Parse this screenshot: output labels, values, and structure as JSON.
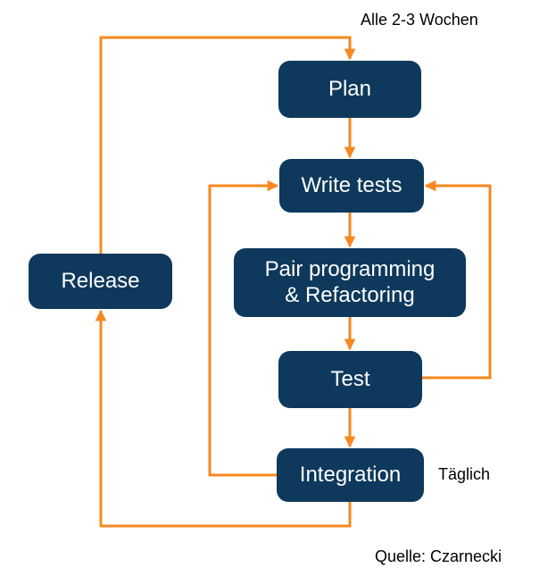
{
  "diagram": {
    "nodes": [
      {
        "id": "plan",
        "label": "Plan"
      },
      {
        "id": "write-tests",
        "label": "Write tests"
      },
      {
        "id": "pair-programming",
        "label": "Pair programming & Refactoring",
        "lines": [
          "Pair programming",
          "& Refactoring"
        ]
      },
      {
        "id": "test",
        "label": "Test"
      },
      {
        "id": "integration",
        "label": "Integration"
      },
      {
        "id": "release",
        "label": "Release"
      }
    ],
    "edges": [
      {
        "from": "plan",
        "to": "write-tests"
      },
      {
        "from": "write-tests",
        "to": "pair-programming"
      },
      {
        "from": "pair-programming",
        "to": "test"
      },
      {
        "from": "test",
        "to": "integration"
      },
      {
        "from": "test",
        "to": "write-tests"
      },
      {
        "from": "integration",
        "to": "write-tests"
      },
      {
        "from": "integration",
        "to": "release"
      },
      {
        "from": "release",
        "to": "plan"
      }
    ],
    "annotations": {
      "release_cycle": "Alle 2-3 Wochen",
      "integration_cycle": "Täglich",
      "source": "Quelle: Czarnecki"
    },
    "colors": {
      "node_fill": "#0E395C",
      "node_text": "#FFFFFF",
      "arrow": "#F6881F",
      "label_text": "#000000",
      "background": "#FFFFFF"
    }
  }
}
